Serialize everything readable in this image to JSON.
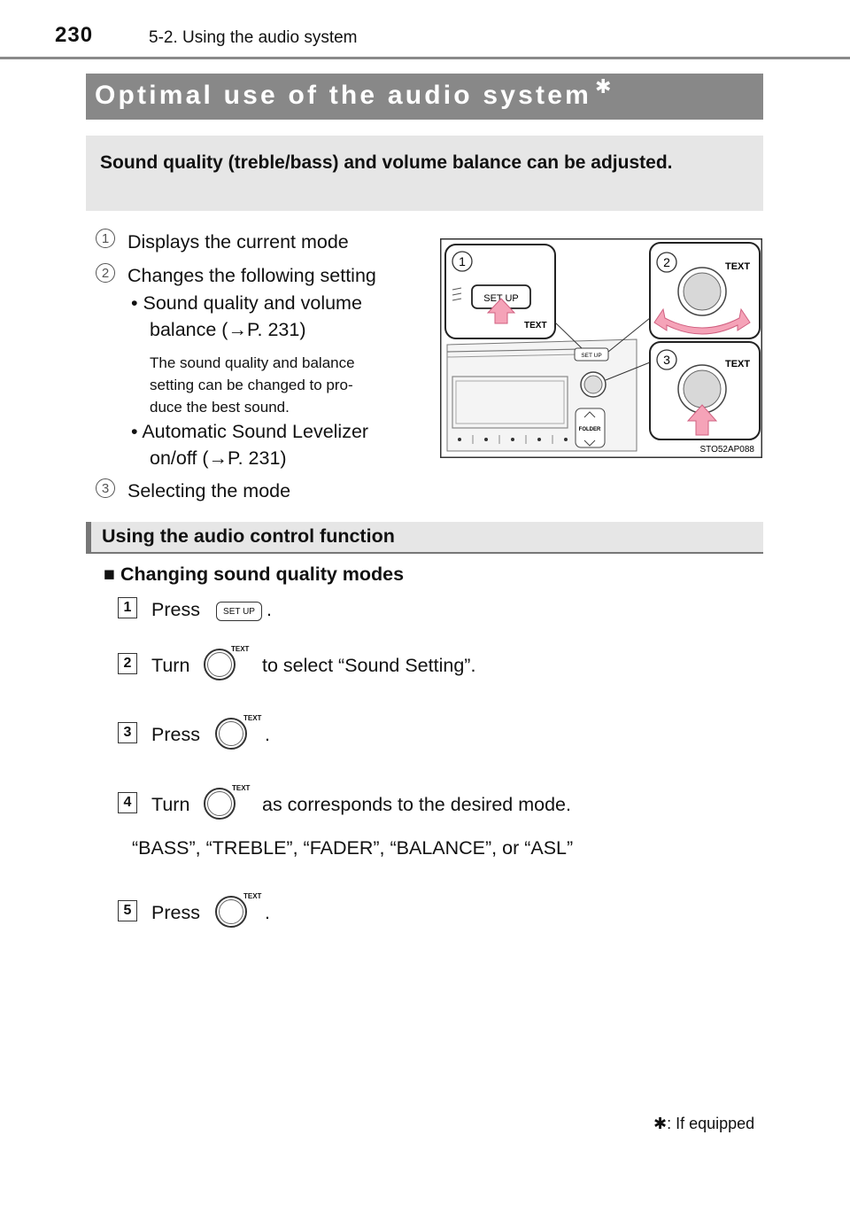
{
  "header": {
    "page_number": "230",
    "section": "5-2. Using the audio system"
  },
  "title": {
    "text": "Optimal use of the audio system",
    "mark": "✱"
  },
  "intro": "Sound quality (treble/bass) and volume balance can be adjusted.",
  "callouts": [
    {
      "num": "1",
      "text": "Displays the current mode"
    },
    {
      "num": "2",
      "text": "Changes the following setting"
    },
    {
      "num": "3",
      "text": "Selecting the mode"
    }
  ],
  "settings": {
    "bullet1_line1": "• Sound quality and volume",
    "bullet1_line2": "balance (→P. 231)",
    "note_line1": "The sound quality and balance",
    "note_line2": "setting can be changed to pro-",
    "note_line3": "duce the best sound.",
    "bullet2_line1": "• Automatic Sound Levelizer",
    "bullet2_line2": "on/off (→P. 231)"
  },
  "figure": {
    "label1": "1",
    "label2": "2",
    "label3": "3",
    "text_label": "TEXT",
    "setup_label": "SET UP",
    "folder_label": "FOLDER",
    "code": "STO52AP088"
  },
  "section2": {
    "title": "Using the audio control function",
    "subheading": "Changing sound quality modes"
  },
  "steps": [
    {
      "num": "1",
      "before": "Press",
      "after": "."
    },
    {
      "num": "2",
      "before": "Turn",
      "after": "to select “Sound Setting”."
    },
    {
      "num": "3",
      "before": "Press",
      "after": "."
    },
    {
      "num": "4",
      "before": "Turn",
      "after": "as corresponds to the desired mode."
    },
    {
      "num": "5",
      "before": "Press",
      "after": "."
    }
  ],
  "step4_options": "“BASS”, “TREBLE”, “FADER”, “BALANCE”, or “ASL”",
  "icons": {
    "setup_button": "SET UP",
    "knob_text": "TEXT"
  },
  "footnote": {
    "mark": "✱",
    "text": ": If equipped"
  },
  "colors": {
    "title_bar": "#888888",
    "intro_bg": "#e6e6e6",
    "arrow_pink": "#f5a3b8"
  }
}
